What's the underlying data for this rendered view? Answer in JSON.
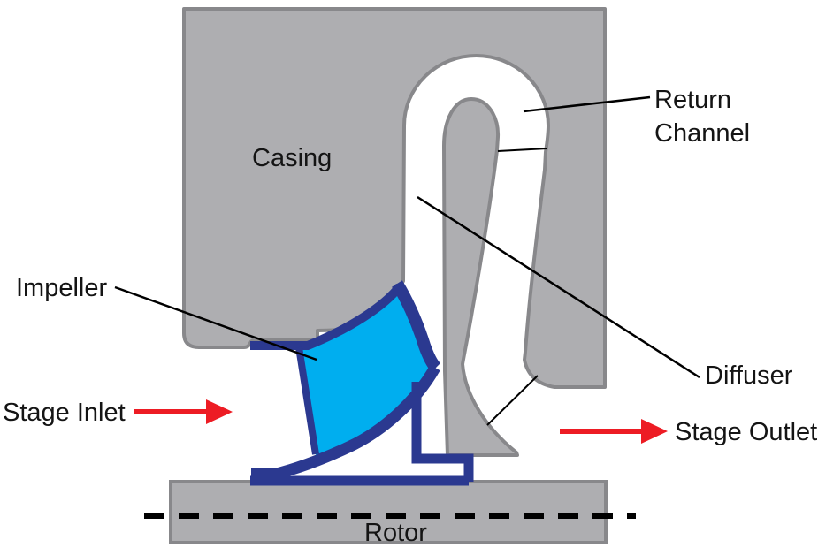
{
  "diagram": {
    "description": "Centrifugal compressor stage cross-section",
    "labels": {
      "casing": "Casing",
      "return_channel": [
        "Return",
        "Channel"
      ],
      "impeller": "Impeller",
      "diffuser": "Diffuser",
      "rotor": "Rotor",
      "stage_inlet": "Stage Inlet",
      "stage_outlet": "Stage Outlet"
    },
    "colors": {
      "casing_fill": "#aeaeb1",
      "casing_stroke": "#88888b",
      "impeller_outline": "#2b3990",
      "impeller_passage": "#00aeef",
      "arrow_red": "#ed1c24",
      "annotation_black": "#000000",
      "background": "#ffffff"
    },
    "flow": {
      "inlet_direction": "right",
      "outlet_direction": "right"
    }
  }
}
